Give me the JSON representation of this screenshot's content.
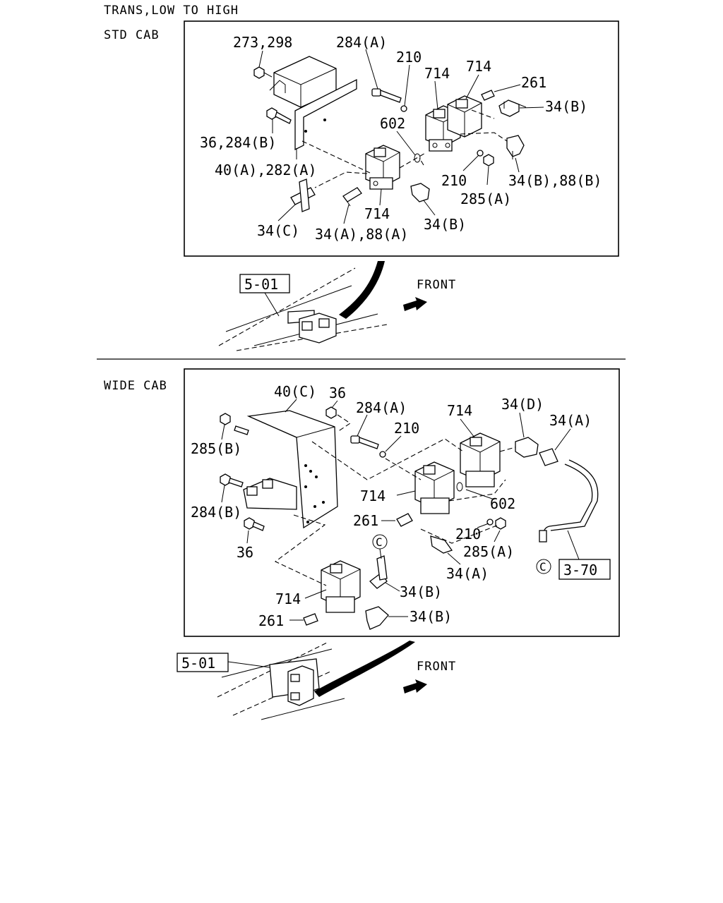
{
  "headers": {
    "title": "TRANS,LOW TO HIGH",
    "std_cab": "STD CAB",
    "wide_cab": "WIDE CAB"
  },
  "std": {
    "l273": "273,298",
    "l284a": "284(A)",
    "l210a": "210",
    "l714a": "714",
    "l714b": "714",
    "l261": "261",
    "l34b1": "34(B)",
    "l602": "602",
    "l36": "36,284(B)",
    "l40": "40(A),282(A)",
    "l210b": "210",
    "l34b88": "34(B),88(B)",
    "l285a": "285(A)",
    "l714c": "714",
    "l34c": "34(C)",
    "l34a88": "34(A),88(A)",
    "l34b2": "34(B)",
    "ref": "5-01",
    "front": "FRONT"
  },
  "wide": {
    "l40c": "40(C)",
    "l36a": "36",
    "l284a": "284(A)",
    "l714a": "714",
    "l34d": "34(D)",
    "l34a1": "34(A)",
    "l210a": "210",
    "l285b": "285(B)",
    "l714b": "714",
    "l602": "602",
    "l284b": "284(B)",
    "l261a": "261",
    "l210b": "210",
    "l285a": "285(A)",
    "l36b": "36",
    "lc1": "C",
    "l34a2": "34(A)",
    "lc2": "C",
    "ref370": "3-70",
    "l34b1": "34(B)",
    "l714c": "714",
    "l261b": "261",
    "l34b2": "34(B)",
    "ref": "5-01",
    "front": "FRONT"
  }
}
